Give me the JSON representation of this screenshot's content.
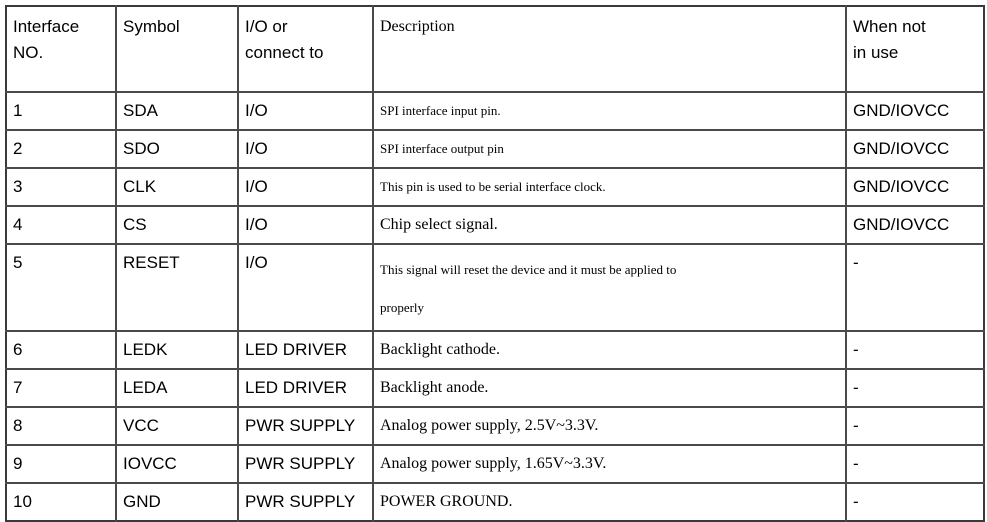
{
  "table": {
    "columns": [
      {
        "key": "no",
        "header": "Interface\nNO."
      },
      {
        "key": "sym",
        "header": "Symbol"
      },
      {
        "key": "io",
        "header": "I/O or\nconnect to"
      },
      {
        "key": "desc",
        "header": "Description"
      },
      {
        "key": "wnu",
        "header": "When not\nin use"
      }
    ],
    "rows": [
      {
        "no": "1",
        "sym": "SDA",
        "io": "I/O",
        "desc": "SPI interface input pin.",
        "wnu": "GND/IOVCC"
      },
      {
        "no": "2",
        "sym": "SDO",
        "io": "I/O",
        "desc": "SPI interface output pin",
        "wnu": "GND/IOVCC"
      },
      {
        "no": "3",
        "sym": "CLK",
        "io": "I/O",
        "desc": "This pin is used to be serial interface clock.",
        "wnu": "GND/IOVCC"
      },
      {
        "no": "4",
        "sym": "CS",
        "io": "I/O",
        "desc": "Chip select signal.",
        "wnu": "GND/IOVCC"
      },
      {
        "no": "5",
        "sym": "RESET",
        "io": "I/O",
        "desc": "This signal will reset the device and it must be applied to\nproperly",
        "wnu": "-"
      },
      {
        "no": "6",
        "sym": "LEDK",
        "io": "LED DRIVER",
        "desc": "Backlight cathode.",
        "wnu": "-"
      },
      {
        "no": "7",
        "sym": "LEDA",
        "io": "LED DRIVER",
        "desc": "Backlight anode.",
        "wnu": "-"
      },
      {
        "no": "8",
        "sym": "VCC",
        "io": "PWR SUPPLY",
        "desc": "Analog power supply, 2.5V~3.3V.",
        "wnu": "-"
      },
      {
        "no": "9",
        "sym": "IOVCC",
        "io": "PWR SUPPLY",
        "desc": "Analog power supply, 1.65V~3.3V.",
        "wnu": "-"
      },
      {
        "no": "10",
        "sym": "GND",
        "io": "PWR SUPPLY",
        "desc": "POWER GROUND.",
        "wnu": "-"
      }
    ]
  },
  "style": {
    "border_color": "#4a4a4a",
    "text_color": "#000000",
    "background": "#ffffff"
  }
}
